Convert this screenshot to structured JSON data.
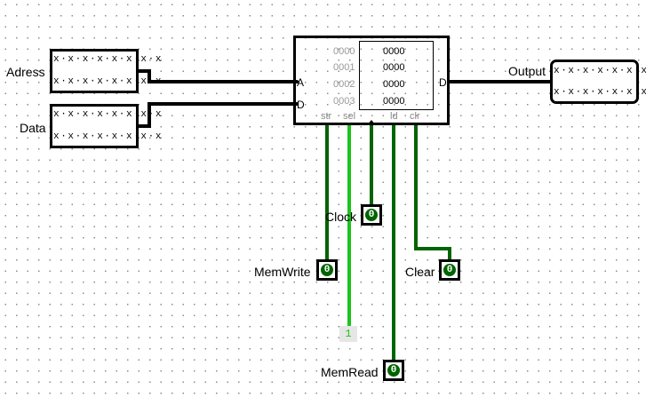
{
  "inputs": {
    "address": {
      "label": "Adress",
      "bits_row1": "x·x·x·x·x·x·x·x",
      "bits_row2": "x·x·x·x·x·x·x·x"
    },
    "data": {
      "label": "Data",
      "bits_row1": "x·x·x·x·x·x·x·x",
      "bits_row2": "x·x·x·x·x·x·x·x"
    }
  },
  "output": {
    "label": "Output",
    "bits_row1": "x·x·x·x·x·x·x·x",
    "bits_row2": "x·x·x·x·x·x·x·x"
  },
  "ram": {
    "addresses": [
      "0000",
      "0001",
      "0002",
      "0003"
    ],
    "values": [
      "0000",
      "0000",
      "0000",
      "0000"
    ],
    "port_A": "A",
    "port_D_in": "D",
    "port_D_out": "D",
    "ports_bottom": [
      "str",
      "sel",
      "ld",
      "clr"
    ]
  },
  "controls": {
    "clock": {
      "label": "Clock",
      "value": "0"
    },
    "memwrite": {
      "label": "MemWrite",
      "value": "0"
    },
    "clear": {
      "label": "Clear",
      "value": "0"
    },
    "memread": {
      "label": "MemRead",
      "value": "0"
    },
    "sel_constant": {
      "value": "1"
    }
  },
  "colors": {
    "wire_low": "#006400",
    "wire_high": "#1cc41c",
    "wire_bus": "#000000"
  }
}
